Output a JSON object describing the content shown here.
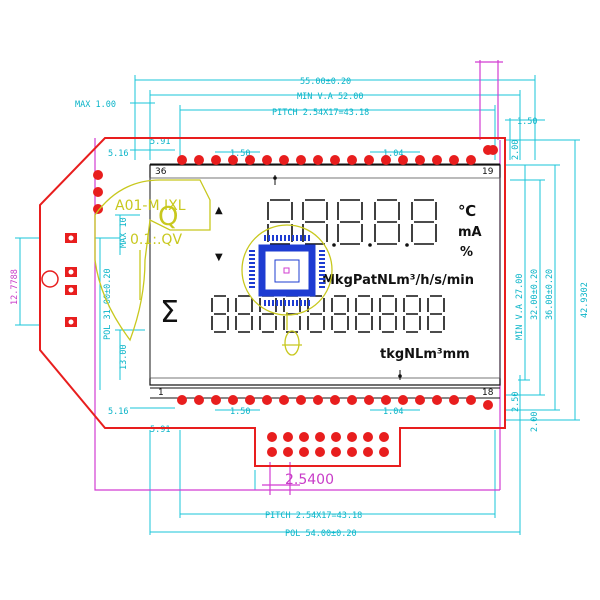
{
  "dimensions": {
    "total_width": "55.00±0.20",
    "min_va_top": "MIN  V.A  52.00",
    "pitch_top": "PITCH  2.54X17=43.18",
    "max_left": "MAX  1.00",
    "offset_591_top": "5.91",
    "offset_516_top": "5.16",
    "pin_spacing_left_top": "1.50",
    "pin_spacing_right_top": "1.04",
    "right_150": "1.50",
    "right_200_top": "2.00",
    "min_va_right": "MIN  V.A  27.00",
    "height_32": "32.00±0.20",
    "height_36": "36.00±0.20",
    "overall_42": "42.9302",
    "left_12": "12.7788",
    "pol_31": "POL  31.00±0.20",
    "max_10": "MAX  10",
    "left_1300": "13.00",
    "offset_516_bottom": "5.16",
    "pin_spacing_left_bottom": "1.50",
    "pin_spacing_right_bottom": "1.04",
    "offset_591_bottom": "5.91",
    "right_250": "2.50",
    "right_200_bottom": "2.00",
    "pitch_bottom": "PITCH  2.54X17=43.18",
    "pol_bottom": "POL  54.00±0.20",
    "pitch_2540": "2.5400"
  },
  "pins": {
    "top_left_number": "36",
    "top_right_number": "19",
    "bottom_left_number": "1",
    "bottom_right_number": "18"
  },
  "lcd": {
    "units_celsius": "℃",
    "units_ma": "mA",
    "units_percent": "%",
    "units_row2": "MkgPatNLm³/h/s/min",
    "units_row3": "tkgNLm³mm",
    "sigma": "Σ",
    "triangle_up": "▲",
    "triangle_down": "▼"
  },
  "overlay": {
    "text1": "A01-M IXL",
    "text2": "0.1:.QV",
    "text3": "Q"
  },
  "colors": {
    "dimension": "#18c6d8",
    "board_outline": "#e81e1e",
    "pad": "#e81e1e",
    "overlay": "#c8c81e",
    "connector": "#d23cd2",
    "chip": "#1e3cd2"
  }
}
